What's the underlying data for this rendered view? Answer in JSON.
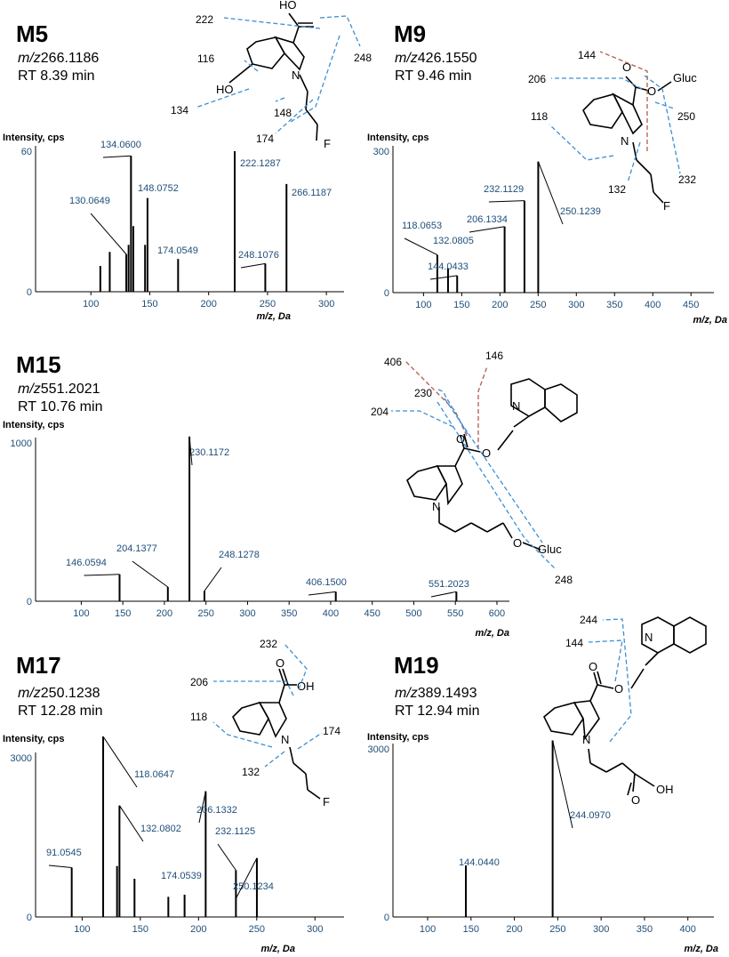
{
  "chart_data": [
    {
      "id": "M5",
      "type": "bar",
      "title": "M5",
      "mz_label": "m/z",
      "mz_value": "266.1186",
      "rt": "RT 8.39 min",
      "ylabel": "Intensity, cps",
      "xlabel": "m/z, Da",
      "xlim": [
        53,
        315
      ],
      "ylim": [
        0,
        60
      ],
      "xticks": [
        100,
        150,
        200,
        250,
        300
      ],
      "yticks": [
        0,
        60
      ],
      "x": [
        108,
        116,
        130.0649,
        132,
        134.06,
        136,
        146,
        148.0752,
        174.0549,
        222.1287,
        248.1076,
        266.1187
      ],
      "values": [
        11,
        17,
        16,
        20,
        58,
        28,
        20,
        40,
        14,
        60,
        12,
        46
      ],
      "labels": [
        {
          "x": 130.0649,
          "text": "130.0649"
        },
        {
          "x": 134.06,
          "text": "134.0600"
        },
        {
          "x": 148.0752,
          "text": "148.0752"
        },
        {
          "x": 174.0549,
          "text": "174.0549"
        },
        {
          "x": 222.1287,
          "text": "222.1287"
        },
        {
          "x": 248.1076,
          "text": "248.1076"
        },
        {
          "x": 266.1187,
          "text": "266.1187"
        }
      ],
      "fragments": [
        "222",
        "116",
        "134",
        "148",
        "174",
        "248"
      ],
      "structure_atoms": [
        "HO",
        "N",
        "HO",
        "F"
      ]
    },
    {
      "id": "M9",
      "type": "bar",
      "title": "M9",
      "mz_label": "m/z",
      "mz_value": "426.1550",
      "rt": "RT 9.46 min",
      "ylabel": "Intensity, cps",
      "xlabel": "m/z, Da",
      "xlim": [
        60,
        480
      ],
      "ylim": [
        0,
        300
      ],
      "xticks": [
        100,
        150,
        200,
        250,
        300,
        350,
        400,
        450
      ],
      "yticks": [
        0,
        300
      ],
      "x": [
        118.0653,
        132.0805,
        144.0433,
        206.1334,
        232.1129,
        250.1239
      ],
      "values": [
        80,
        52,
        36,
        140,
        195,
        278
      ],
      "labels": [
        {
          "x": 118.0653,
          "text": "118.0653"
        },
        {
          "x": 132.0805,
          "text": "132.0805"
        },
        {
          "x": 144.0433,
          "text": "144.0433"
        },
        {
          "x": 206.1334,
          "text": "206.1334"
        },
        {
          "x": 232.1129,
          "text": "232.1129"
        },
        {
          "x": 250.1239,
          "text": "250.1239"
        }
      ],
      "fragments": [
        "144",
        "206",
        "118",
        "132",
        "250",
        "232"
      ],
      "structure_atoms": [
        "O",
        "O",
        "Gluc",
        "N",
        "F"
      ]
    },
    {
      "id": "M15",
      "type": "bar",
      "title": "M15",
      "mz_label": "m/z",
      "mz_value": "551.2021",
      "rt": "RT 10.76 min",
      "ylabel": "Intensity, cps",
      "xlabel": "m/z, Da",
      "xlim": [
        45,
        615
      ],
      "ylim": [
        0,
        1000
      ],
      "xticks": [
        100,
        150,
        200,
        250,
        300,
        350,
        400,
        450,
        500,
        550,
        600
      ],
      "yticks": [
        0,
        1000
      ],
      "x": [
        146.0594,
        204.1377,
        230.1172,
        248.1278,
        406.15,
        551.2023
      ],
      "values": [
        170,
        90,
        1040,
        65,
        60,
        60
      ],
      "labels": [
        {
          "x": 146.0594,
          "text": "146.0594"
        },
        {
          "x": 204.1377,
          "text": "204.1377"
        },
        {
          "x": 230.1172,
          "text": "230.1172"
        },
        {
          "x": 248.1278,
          "text": "248.1278"
        },
        {
          "x": 406.15,
          "text": "406.1500"
        },
        {
          "x": 551.2023,
          "text": "551.2023"
        }
      ],
      "fragments": [
        "406",
        "146",
        "230",
        "204",
        "248"
      ],
      "structure_atoms": [
        "N",
        "O",
        "O",
        "N",
        "O",
        "Gluc"
      ]
    },
    {
      "id": "M17",
      "type": "bar",
      "title": "M17",
      "mz_label": "m/z",
      "mz_value": "250.1238",
      "rt": "RT 12.28 min",
      "ylabel": "Intensity, cps",
      "xlabel": "m/z, Da",
      "xlim": [
        60,
        325
      ],
      "ylim": [
        0,
        3000
      ],
      "xticks": [
        100,
        150,
        200,
        250,
        300
      ],
      "yticks": [
        0,
        3000
      ],
      "x": [
        91.0545,
        118.0647,
        130,
        132.0802,
        145,
        174.0539,
        188,
        206.1332,
        232.1125,
        250.1234
      ],
      "values": [
        930,
        3400,
        960,
        2100,
        720,
        380,
        420,
        2370,
        880,
        1110
      ],
      "labels": [
        {
          "x": 91.0545,
          "text": "91.0545"
        },
        {
          "x": 118.0647,
          "text": "118.0647"
        },
        {
          "x": 132.0802,
          "text": "132.0802"
        },
        {
          "x": 174.0539,
          "text": "174.0539"
        },
        {
          "x": 206.1332,
          "text": "206.1332"
        },
        {
          "x": 232.1125,
          "text": "232.1125"
        },
        {
          "x": 250.1234,
          "text": "250.1234"
        }
      ],
      "fragments": [
        "232",
        "206",
        "118",
        "132",
        "174"
      ],
      "structure_atoms": [
        "O",
        "OH",
        "N",
        "F"
      ]
    },
    {
      "id": "M19",
      "type": "bar",
      "title": "M19",
      "mz_label": "m/z",
      "mz_value": "389.1493",
      "rt": "RT 12.94 min",
      "ylabel": "Intensity, cps",
      "xlabel": "m/z, Da",
      "xlim": [
        60,
        430
      ],
      "ylim": [
        0,
        3000
      ],
      "xticks": [
        100,
        150,
        200,
        250,
        300,
        350,
        400
      ],
      "yticks": [
        0,
        3000
      ],
      "x": [
        144.044,
        244.097
      ],
      "values": [
        920,
        3150
      ],
      "labels": [
        {
          "x": 144.044,
          "text": "144.0440"
        },
        {
          "x": 244.097,
          "text": "244.0970"
        }
      ],
      "fragments": [
        "244",
        "144"
      ],
      "structure_atoms": [
        "N",
        "O",
        "O",
        "N",
        "O",
        "OH"
      ]
    }
  ]
}
